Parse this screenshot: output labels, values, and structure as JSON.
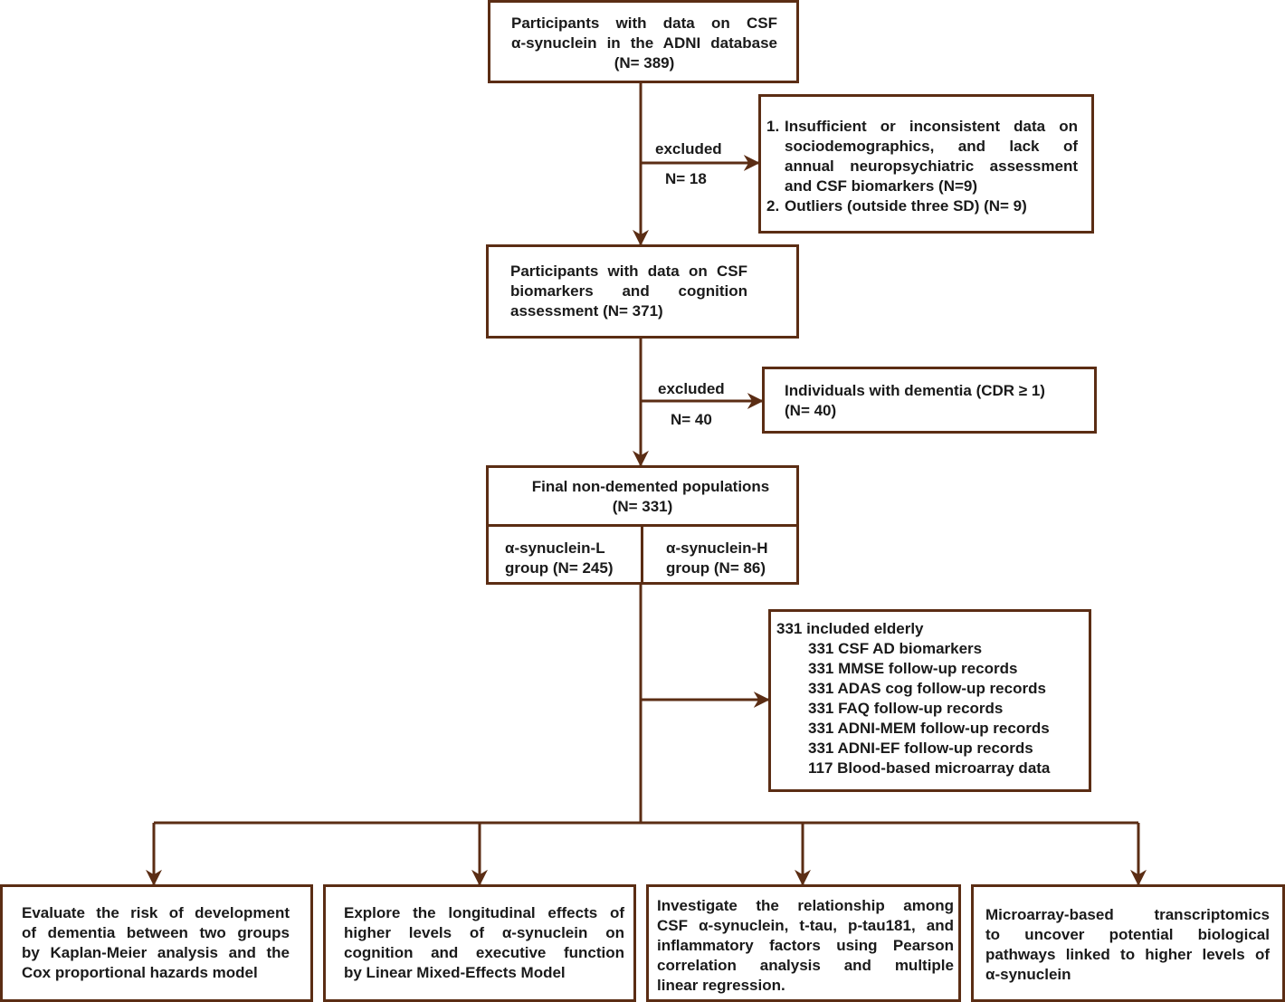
{
  "colors": {
    "stroke": "#5b2d14",
    "text": "#1a1a1a",
    "background": "#ffffff"
  },
  "box1": {
    "lines": [
      "Participants with data on CSF",
      "α-synuclein in the ADNI database",
      "(N= 389)"
    ]
  },
  "exclusion1": {
    "label": "excluded",
    "count": "N= 18",
    "items": [
      {
        "num": "1.",
        "lines": [
          "Insufficient or inconsistent data on",
          "sociodemographics, and lack of",
          "annual neuropsychiatric assessment",
          "and CSF biomarkers (N=9)"
        ]
      },
      {
        "num": "2.",
        "lines": [
          "Outliers (outside three SD) (N= 9)"
        ]
      }
    ]
  },
  "box2": {
    "lines": [
      "Participants with data on CSF",
      "biomarkers and cognition",
      "assessment (N= 371)"
    ]
  },
  "exclusion2": {
    "label": "excluded",
    "count": "N= 40",
    "lines": [
      "Individuals with dementia (CDR ≥ 1)",
      "(N= 40)"
    ]
  },
  "final": {
    "title": "Final non-demented populations",
    "count": "(N= 331)",
    "groupL": {
      "lines": [
        "α-synuclein-L",
        "group (N= 245)"
      ]
    },
    "groupH": {
      "lines": [
        "α-synuclein-H",
        "group (N= 86)"
      ]
    }
  },
  "included": {
    "header": "331 included elderly",
    "items": [
      "331 CSF AD biomarkers",
      "331 MMSE follow-up records",
      "331 ADAS cog follow-up records",
      "331 FAQ follow-up records",
      "331 ADNI-MEM follow-up records",
      "331 ADNI-EF follow-up records",
      "117 Blood-based microarray data"
    ]
  },
  "outcomes": [
    {
      "lines": [
        "Evaluate the risk of development",
        "of dementia between two groups",
        "by Kaplan-Meier analysis and the",
        "Cox proportional hazards model"
      ]
    },
    {
      "lines": [
        "Explore the longitudinal effects of",
        "higher levels of α-synuclein on",
        "cognition and executive function",
        "by Linear Mixed-Effects Model"
      ]
    },
    {
      "lines": [
        "Investigate the relationship among",
        "CSF α-synuclein, t-tau, p-tau181, and",
        "inflammatory factors using Pearson",
        "correlation analysis and multiple",
        "linear regression."
      ]
    },
    {
      "lines": [
        "Microarray-based transcriptomics",
        "to uncover potential biological",
        "pathways linked to higher levels of",
        "α-synuclein"
      ]
    }
  ]
}
